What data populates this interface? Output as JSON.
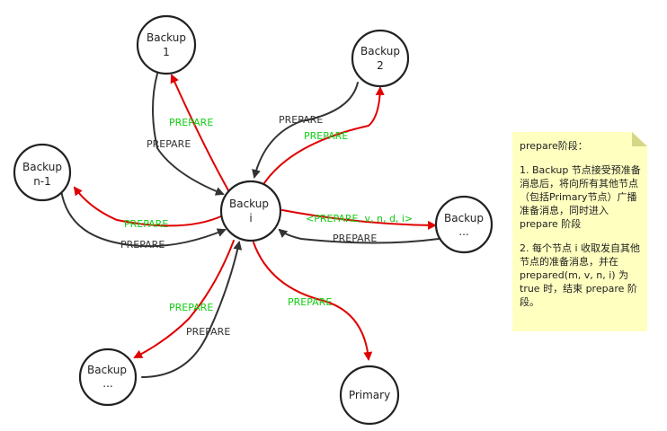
{
  "nodes": {
    "center": {
      "line1": "Backup",
      "line2": "i",
      "color": "#e00000"
    },
    "backup1": {
      "line1": "Backup",
      "line2": "1"
    },
    "backup2": {
      "line1": "Backup",
      "line2": "2"
    },
    "backupn1": {
      "line1": "Backup",
      "line2": "n-1"
    },
    "backupRight": {
      "line1": "Backup",
      "line2": "..."
    },
    "backupBottom": {
      "line1": "Backup",
      "line2": "..."
    },
    "primary": {
      "line1": "Primary",
      "color": "#0000cc"
    }
  },
  "edges": {
    "to_backup1": "PREPARE",
    "from_backup1": "PREPARE",
    "to_backup2": "PREPARE",
    "from_backup2": "PREPARE",
    "to_backupn1": "PREPARE",
    "from_backupn1": "PREPARE",
    "to_backupRight": "<PREPARE, v, n, d, i>",
    "from_backupRight": "PREPARE",
    "to_backupBottom": "PREPARE",
    "from_backupBottom": "PREPARE",
    "to_primary": "PREPARE"
  },
  "colors": {
    "outgoing_edge": "#e00000",
    "incoming_edge": "#333333",
    "outgoing_label": "#11cc11",
    "incoming_label": "#333333"
  },
  "note": {
    "title": "prepare阶段：",
    "para1": "1. Backup 节点接受预准备消息后，将向所有其他节点（包括Primary节点）广播准备消息，同时进入 prepare 阶段",
    "para2": "2. 每个节点 i 收取发自其他节点的准备消息，并在 prepared(m, v, n, i) 为 true 时，结束 prepare 阶段。"
  }
}
